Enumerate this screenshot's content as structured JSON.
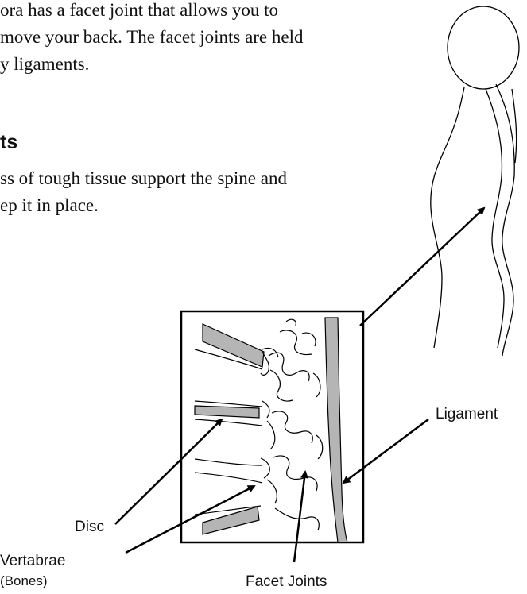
{
  "text": {
    "facet_line1": "ora has a facet joint that allows you to",
    "facet_line2": "move your back. The facet joints are held",
    "facet_line3": "y ligaments.",
    "heading": "ts",
    "lig_line1": "ss of tough tissue support the spine and",
    "lig_line2": "ep it in place."
  },
  "labels": {
    "ligament": "Ligament",
    "disc": "Disc",
    "vertebrae": "Vertabrae",
    "bones": "(Bones)",
    "facet_joints": "Facet Joints"
  },
  "colors": {
    "ink": "#000000",
    "gray_fill": "#b5b5b5"
  }
}
